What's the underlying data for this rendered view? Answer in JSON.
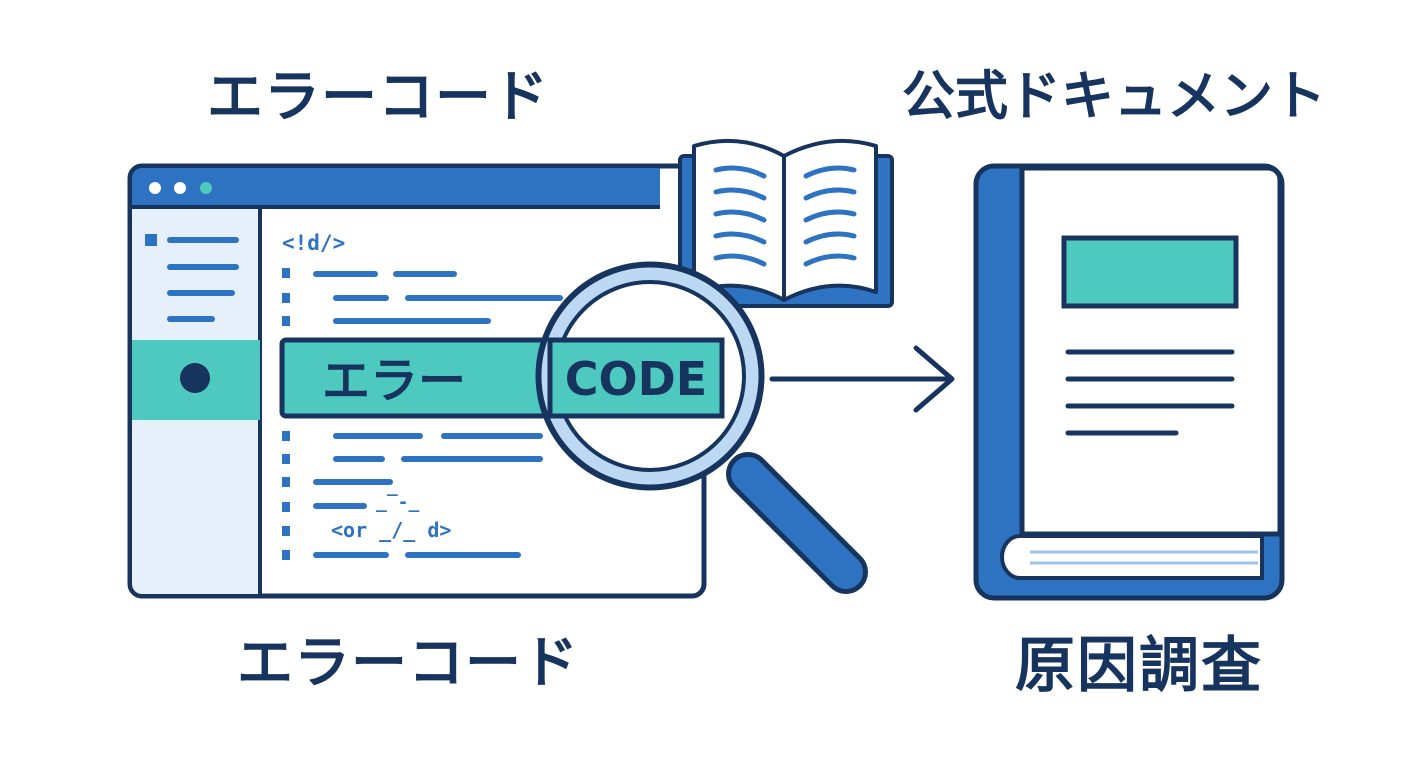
{
  "labels": {
    "top_left": "エラーコード",
    "top_right": "公式ドキュメント",
    "bottom_left": "エラーコード",
    "bottom_right": "原因調査"
  },
  "editor": {
    "code_tag_open": "<!d/>",
    "code_tag_close": "<or _/_ d>",
    "code_fragment": "_‾-_",
    "highlight_text": "エラー",
    "highlight_code": "CODE"
  },
  "colors": {
    "navy": "#17345e",
    "blue": "#2e73c2",
    "teal": "#4ec9bf",
    "light_blue": "#e6f0fb"
  }
}
